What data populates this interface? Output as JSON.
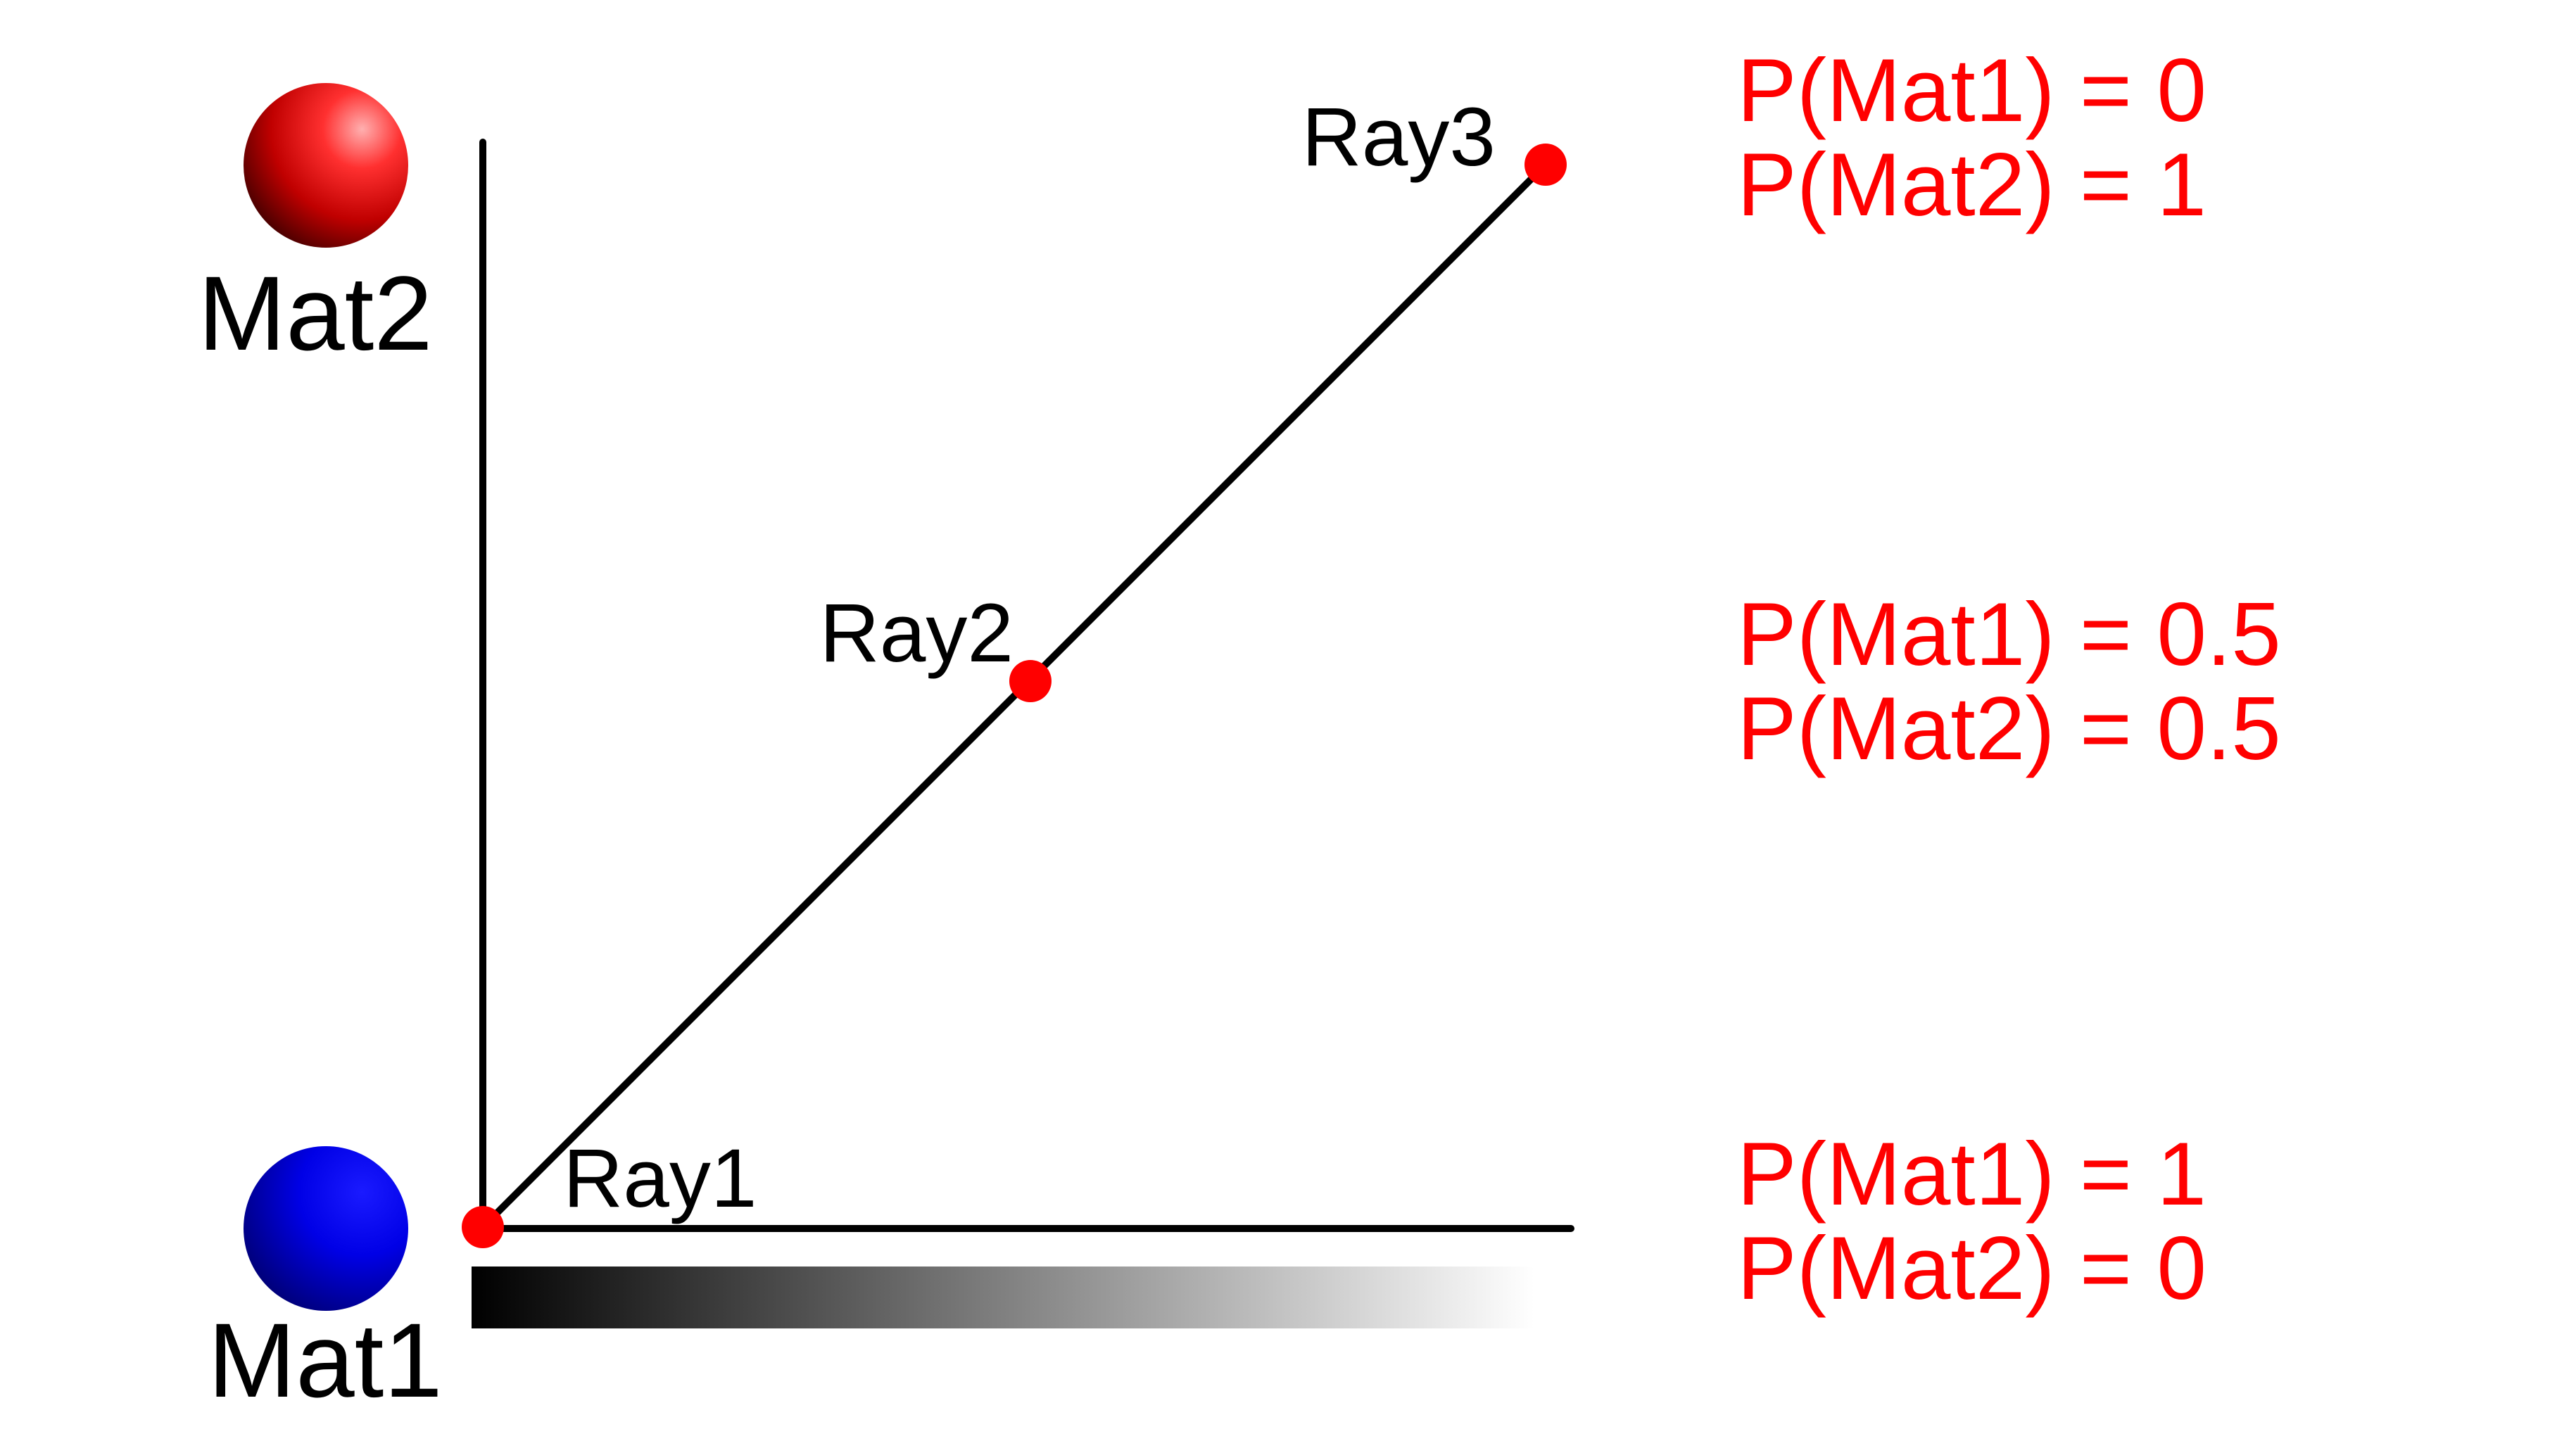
{
  "materials": {
    "mat1": {
      "label": "Mat1",
      "color": "#0000ff"
    },
    "mat2": {
      "label": "Mat2",
      "color": "#ff1a1a"
    }
  },
  "rays": [
    {
      "label": "Ray1",
      "p_mat1": 1,
      "p_mat2": 0
    },
    {
      "label": "Ray2",
      "p_mat1": 0.5,
      "p_mat2": 0.5
    },
    {
      "label": "Ray3",
      "p_mat1": 0,
      "p_mat2": 1
    }
  ],
  "probabilities": {
    "ray3": {
      "mat1": "P(Mat1) = 0",
      "mat2": "P(Mat2) = 1"
    },
    "ray2": {
      "mat1": "P(Mat1) = 0.5",
      "mat2": "P(Mat2) = 0.5"
    },
    "ray1": {
      "mat1": "P(Mat1) = 1",
      "mat2": "P(Mat2) = 0"
    }
  },
  "colors": {
    "axis": "#000000",
    "point": "#ff0000",
    "probability_text": "#ff0000",
    "gradient_start": "#000000",
    "gradient_end": "#ffffff"
  },
  "icons": {
    "mat1": "blue-sphere-icon",
    "mat2": "red-sphere-icon"
  }
}
